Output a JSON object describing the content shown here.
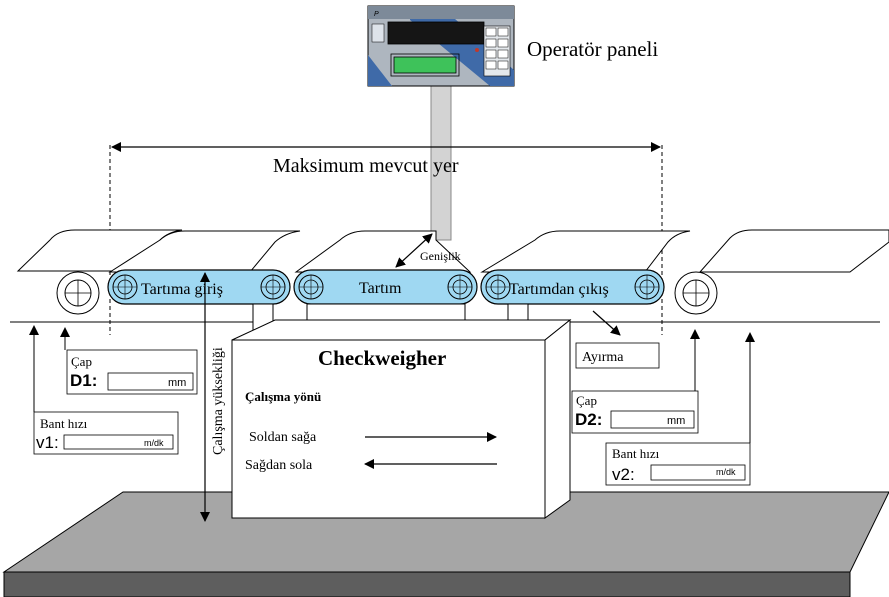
{
  "labels": {
    "operator_panel": "Operatör paneli",
    "max_space": "Maksimum mevcut yer",
    "width": "Genişlik",
    "infeed": "Tartıma giriş",
    "weighing": "Tartım",
    "outfeed": "Tartımdan çıkış",
    "working_height": "Çalışma yüksekliği",
    "checkweigher": "Checkweigher",
    "direction_title": "Çalışma yönü",
    "left_to_right": "Soldan sağa",
    "right_to_left": "Sağdan sola",
    "reject": "Ayırma"
  },
  "diameter_left": {
    "caption": "Çap",
    "name": "D1:",
    "unit": "mm"
  },
  "diameter_right": {
    "caption": "Çap",
    "name": "D2:",
    "unit": "mm"
  },
  "speed_left": {
    "caption": "Bant hızı",
    "name": "v1:",
    "unit": "m/dk"
  },
  "speed_right": {
    "caption": "Bant hızı",
    "name": "v2:",
    "unit": "m/dk"
  },
  "colors": {
    "belt_blue": "#9fd8f2",
    "floor_gray": "#a6a6a6",
    "floor_dark": "#5e5e5e",
    "column_gray": "#d3d3d3",
    "panel_gray": "#aeb6bf",
    "panel_blue": "#3f6aa8",
    "display_green": "#3ec25a"
  }
}
